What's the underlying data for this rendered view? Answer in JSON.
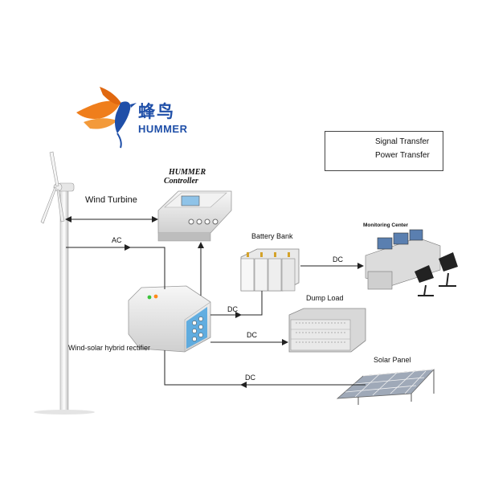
{
  "brand": {
    "name_cn": "蜂鸟",
    "name_en": "HUMMER",
    "colors": {
      "logo_text": "#1f4fa8",
      "bird_orange": "#ef7e1c"
    }
  },
  "legend": {
    "signal": {
      "label": "Signal Transfer",
      "icon": "double-arrow-icon"
    },
    "power": {
      "label": "Power Transfer",
      "icon": "single-arrow-icon"
    }
  },
  "components": {
    "wind_turbine": "Wind Turbine",
    "controller_line1": "HUMMER",
    "controller_line2": "Controller",
    "battery_bank": "Battery Bank",
    "monitoring_center": "Monitoring Center",
    "dump_load": "Dump Load",
    "rectifier": "Wind-solar hybrid rectifier",
    "solar_panel": "Solar Panel"
  },
  "flows": {
    "ac": "AC",
    "dc_rectifier_battery": "DC",
    "dc_battery_monitor": "DC",
    "dc_rectifier_dumpload": "DC",
    "dc_solar_rectifier": "DC"
  },
  "colors": {
    "line": "#222222",
    "accent_blue": "#4aa3df",
    "led_green": "#3cc43c",
    "led_orange": "#ff8a1a"
  }
}
